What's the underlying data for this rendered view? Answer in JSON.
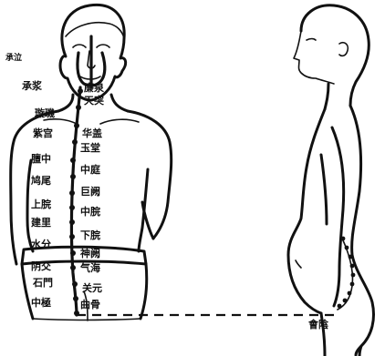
{
  "labels": {
    "chengqi": "承泣",
    "chengjiang": "承浆",
    "lianquan": "廉泉",
    "tiantu": "天突",
    "xuanji": "璇璣",
    "huagai": "华盖",
    "zigong": "紫宫",
    "yutang": "玉堂",
    "tanzhong": "膻中",
    "zhongting": "中庭",
    "jiuwei": "鸠尾",
    "jujue": "巨阙",
    "shangwan": "上脘",
    "zhongwan": "中脘",
    "jianli": "建里",
    "xiawan": "下脘",
    "shuifen": "水分",
    "shenque": "神阙",
    "yinjiao": "阴交",
    "qihai": "气海",
    "shimen": "石門",
    "guanyuan": "关元",
    "zhongji": "中極",
    "qugu": "曲骨",
    "huiyin": "會陰"
  }
}
